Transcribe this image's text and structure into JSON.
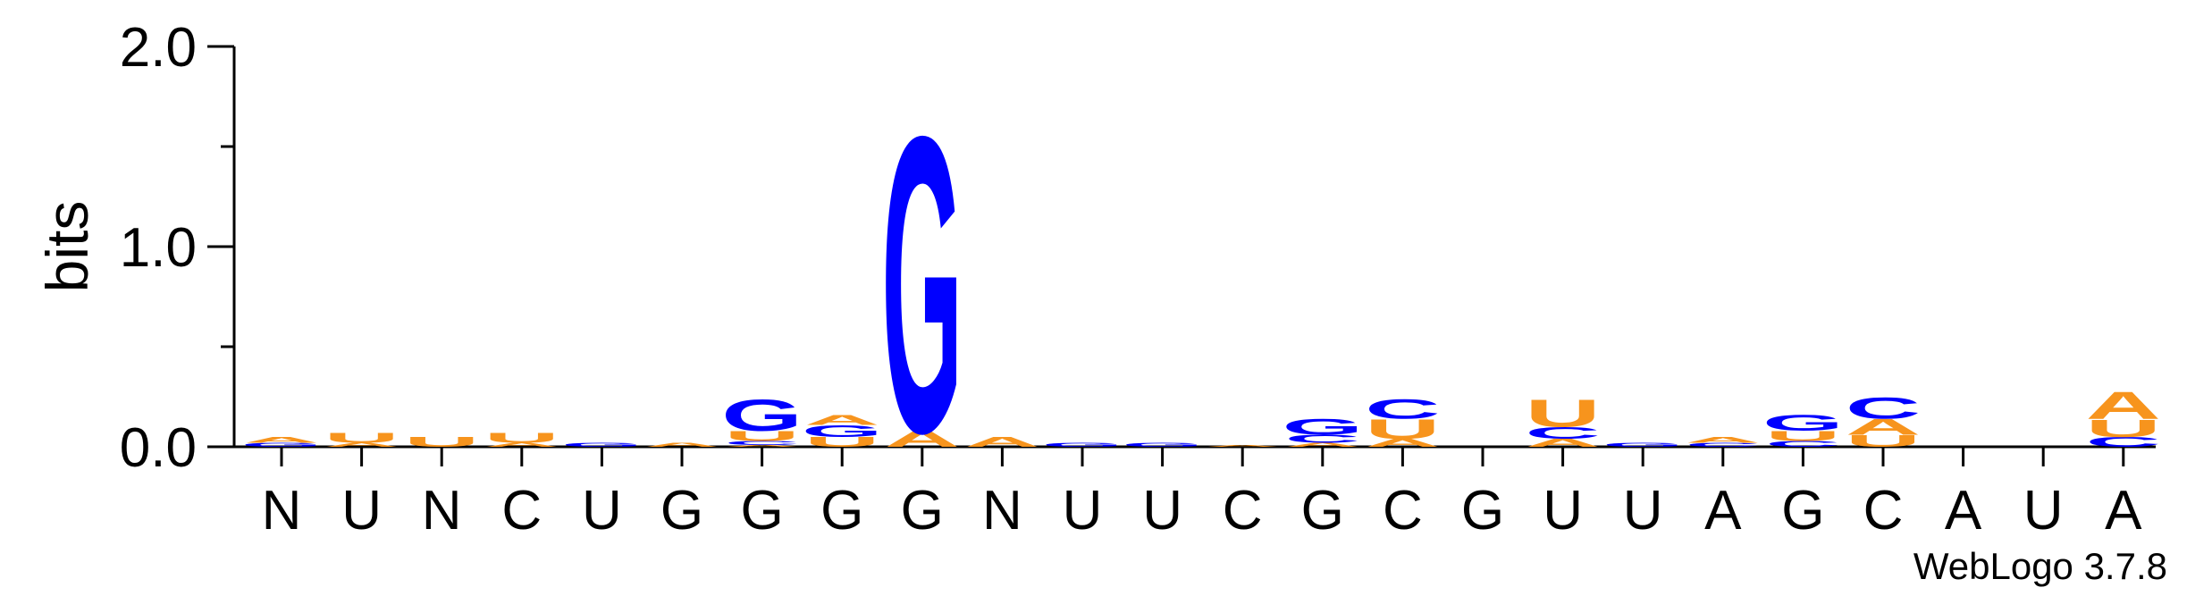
{
  "chart_data": {
    "type": "sequence-logo",
    "ylabel": "bits",
    "ylim": [
      0,
      2.0
    ],
    "yticks": [
      "0.0",
      "1.0",
      "2.0"
    ],
    "credit": "WebLogo 3.7.8",
    "colors": {
      "A": "#f7941d",
      "U": "#f7941d",
      "G": "#0000ff",
      "C": "#0000ff"
    },
    "positions": [
      {
        "label": "N",
        "stack": [
          {
            "letter": "G",
            "bits": 0.02
          },
          {
            "letter": "A",
            "bits": 0.03
          }
        ]
      },
      {
        "label": "U",
        "stack": [
          {
            "letter": "A",
            "bits": 0.02
          },
          {
            "letter": "U",
            "bits": 0.05
          }
        ]
      },
      {
        "label": "N",
        "stack": [
          {
            "letter": "U",
            "bits": 0.05
          }
        ]
      },
      {
        "label": "C",
        "stack": [
          {
            "letter": "A",
            "bits": 0.02
          },
          {
            "letter": "U",
            "bits": 0.05
          }
        ]
      },
      {
        "label": "U",
        "stack": [
          {
            "letter": "G",
            "bits": 0.02
          }
        ]
      },
      {
        "label": "G",
        "stack": [
          {
            "letter": "A",
            "bits": 0.02
          }
        ]
      },
      {
        "label": "G",
        "stack": [
          {
            "letter": "A",
            "bits": 0.01
          },
          {
            "letter": "C",
            "bits": 0.02
          },
          {
            "letter": "U",
            "bits": 0.05
          },
          {
            "letter": "G",
            "bits": 0.16
          }
        ]
      },
      {
        "label": "G",
        "stack": [
          {
            "letter": "U",
            "bits": 0.05
          },
          {
            "letter": "G",
            "bits": 0.06
          },
          {
            "letter": "A",
            "bits": 0.05
          }
        ]
      },
      {
        "label": "G",
        "stack": [
          {
            "letter": "A",
            "bits": 0.08
          },
          {
            "letter": "G",
            "bits": 1.52
          }
        ]
      },
      {
        "label": "N",
        "stack": [
          {
            "letter": "A",
            "bits": 0.05
          }
        ]
      },
      {
        "label": "U",
        "stack": [
          {
            "letter": "G",
            "bits": 0.02
          }
        ]
      },
      {
        "label": "U",
        "stack": [
          {
            "letter": "G",
            "bits": 0.02
          }
        ]
      },
      {
        "label": "C",
        "stack": [
          {
            "letter": "A",
            "bits": 0.01
          }
        ]
      },
      {
        "label": "G",
        "stack": [
          {
            "letter": "A",
            "bits": 0.02
          },
          {
            "letter": "C",
            "bits": 0.04
          },
          {
            "letter": "G",
            "bits": 0.08
          }
        ]
      },
      {
        "label": "C",
        "stack": [
          {
            "letter": "A",
            "bits": 0.04
          },
          {
            "letter": "U",
            "bits": 0.1
          },
          {
            "letter": "C",
            "bits": 0.1
          }
        ]
      },
      {
        "label": "G",
        "stack": []
      },
      {
        "label": "U",
        "stack": [
          {
            "letter": "A",
            "bits": 0.04
          },
          {
            "letter": "C",
            "bits": 0.06
          },
          {
            "letter": "U",
            "bits": 0.14
          }
        ]
      },
      {
        "label": "U",
        "stack": [
          {
            "letter": "G",
            "bits": 0.02
          }
        ]
      },
      {
        "label": "A",
        "stack": [
          {
            "letter": "C",
            "bits": 0.02
          },
          {
            "letter": "A",
            "bits": 0.03
          }
        ]
      },
      {
        "label": "G",
        "stack": [
          {
            "letter": "C",
            "bits": 0.03
          },
          {
            "letter": "U",
            "bits": 0.05
          },
          {
            "letter": "G",
            "bits": 0.08
          }
        ]
      },
      {
        "label": "C",
        "stack": [
          {
            "letter": "U",
            "bits": 0.06
          },
          {
            "letter": "A",
            "bits": 0.08
          },
          {
            "letter": "C",
            "bits": 0.11
          }
        ]
      },
      {
        "label": "A",
        "stack": []
      },
      {
        "label": "U",
        "stack": []
      },
      {
        "label": "A",
        "stack": [
          {
            "letter": "C",
            "bits": 0.05
          },
          {
            "letter": "U",
            "bits": 0.09
          },
          {
            "letter": "A",
            "bits": 0.14
          }
        ]
      }
    ]
  }
}
